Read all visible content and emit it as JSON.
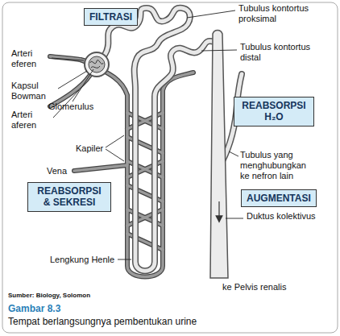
{
  "diagram": {
    "caption": "Tempat berlangsungnya pembentukan urine",
    "nodes": [
      {
        "text": [
          "FILTRASI"
        ]
      },
      {
        "text": [
          "REABSORPSI H₂O"
        ]
      },
      {
        "text": [
          "REABSORPSI & SEKRESI"
        ]
      },
      {
        "text": [
          "AUGMENTASI"
        ]
      }
    ],
    "labels": [
      "Tubulus kontortus proksimal",
      "Arteri eferen",
      "Kapsul Bowman",
      "Tubulus kontortus distal",
      "Glomerulus",
      "Arteri aferen",
      "Kapiler",
      "Tubulus yang menghubungkan ke nefron lain",
      "Vena",
      "Duktus kolektivus",
      "Lengkung Henle",
      "ke Pelvis renalis",
      "Sumber: Biology, Solomon",
      "Gambar 8.3"
    ]
  }
}
